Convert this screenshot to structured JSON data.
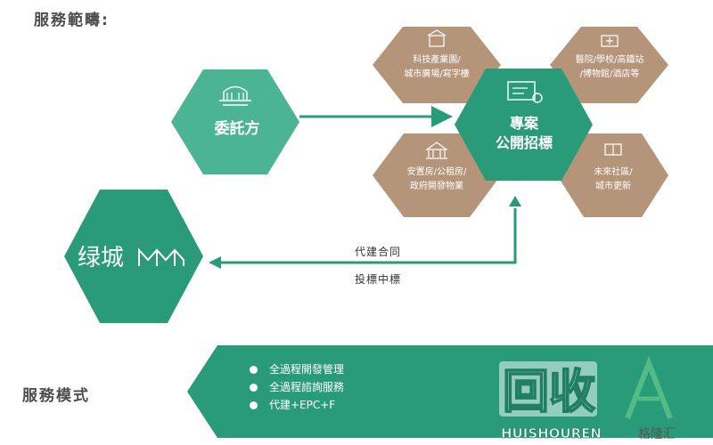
{
  "headings": {
    "scope": "服務範疇:",
    "mode": "服務模式"
  },
  "client": {
    "label": "委託方"
  },
  "center": {
    "line1": "專案",
    "line2": "公開招標"
  },
  "categories": [
    {
      "lines": [
        "科技產業園/",
        "城市廣場/寫字樓"
      ]
    },
    {
      "lines": [
        "醫院/學校/高鐵站",
        "/博物館/酒店等"
      ]
    },
    {
      "lines": [
        "安置房/公租房/",
        "政府開發物業"
      ]
    },
    {
      "lines": [
        "未來社區/",
        "城市更新"
      ]
    }
  ],
  "greentown": {
    "name": "绿城"
  },
  "connector": {
    "top_label": "代建合同",
    "bottom_label": "投標中標"
  },
  "service_modes": [
    "全過程開發管理",
    "全過程諮詢服務",
    "代建+EPC+F"
  ],
  "watermark": {
    "big": "回收",
    "sub": "HUISHOUREN",
    "brand": "格隆汇"
  },
  "colors": {
    "green": "#4bb493",
    "dark_green": "#2a9b79",
    "tan": "#b5957a",
    "gray_text": "#4d4d4d"
  }
}
